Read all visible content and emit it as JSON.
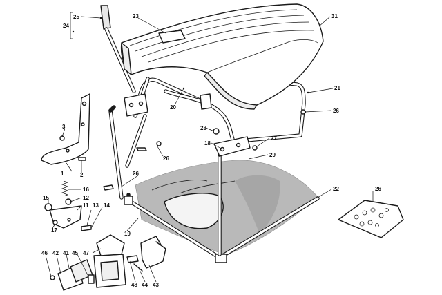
{
  "diagram": {
    "callouts": [
      {
        "id": "c25",
        "text": "25"
      },
      {
        "id": "c24",
        "text": "24"
      },
      {
        "id": "c23",
        "text": "23"
      },
      {
        "id": "c31",
        "text": "31"
      },
      {
        "id": "c21",
        "text": "21"
      },
      {
        "id": "c26a",
        "text": "26"
      },
      {
        "id": "c20",
        "text": "20"
      },
      {
        "id": "c28",
        "text": "28"
      },
      {
        "id": "c27",
        "text": "27"
      },
      {
        "id": "c18",
        "text": "18"
      },
      {
        "id": "c29",
        "text": "29"
      },
      {
        "id": "c3",
        "text": "3"
      },
      {
        "id": "c26b",
        "text": "26"
      },
      {
        "id": "c1",
        "text": "1"
      },
      {
        "id": "c2",
        "text": "2"
      },
      {
        "id": "c26c",
        "text": "26"
      },
      {
        "id": "c22",
        "text": "22"
      },
      {
        "id": "c16",
        "text": "16"
      },
      {
        "id": "c12",
        "text": "12"
      },
      {
        "id": "c15",
        "text": "15"
      },
      {
        "id": "c11",
        "text": "11"
      },
      {
        "id": "c13",
        "text": "13"
      },
      {
        "id": "c14",
        "text": "14"
      },
      {
        "id": "c17",
        "text": "17"
      },
      {
        "id": "c26d",
        "text": "26"
      },
      {
        "id": "c19",
        "text": "19"
      },
      {
        "id": "c47",
        "text": "47"
      },
      {
        "id": "c46",
        "text": "46"
      },
      {
        "id": "c42",
        "text": "42"
      },
      {
        "id": "c41",
        "text": "41"
      },
      {
        "id": "c45",
        "text": "45"
      },
      {
        "id": "c48",
        "text": "48"
      },
      {
        "id": "c44",
        "text": "44"
      },
      {
        "id": "c43",
        "text": "43"
      }
    ]
  }
}
